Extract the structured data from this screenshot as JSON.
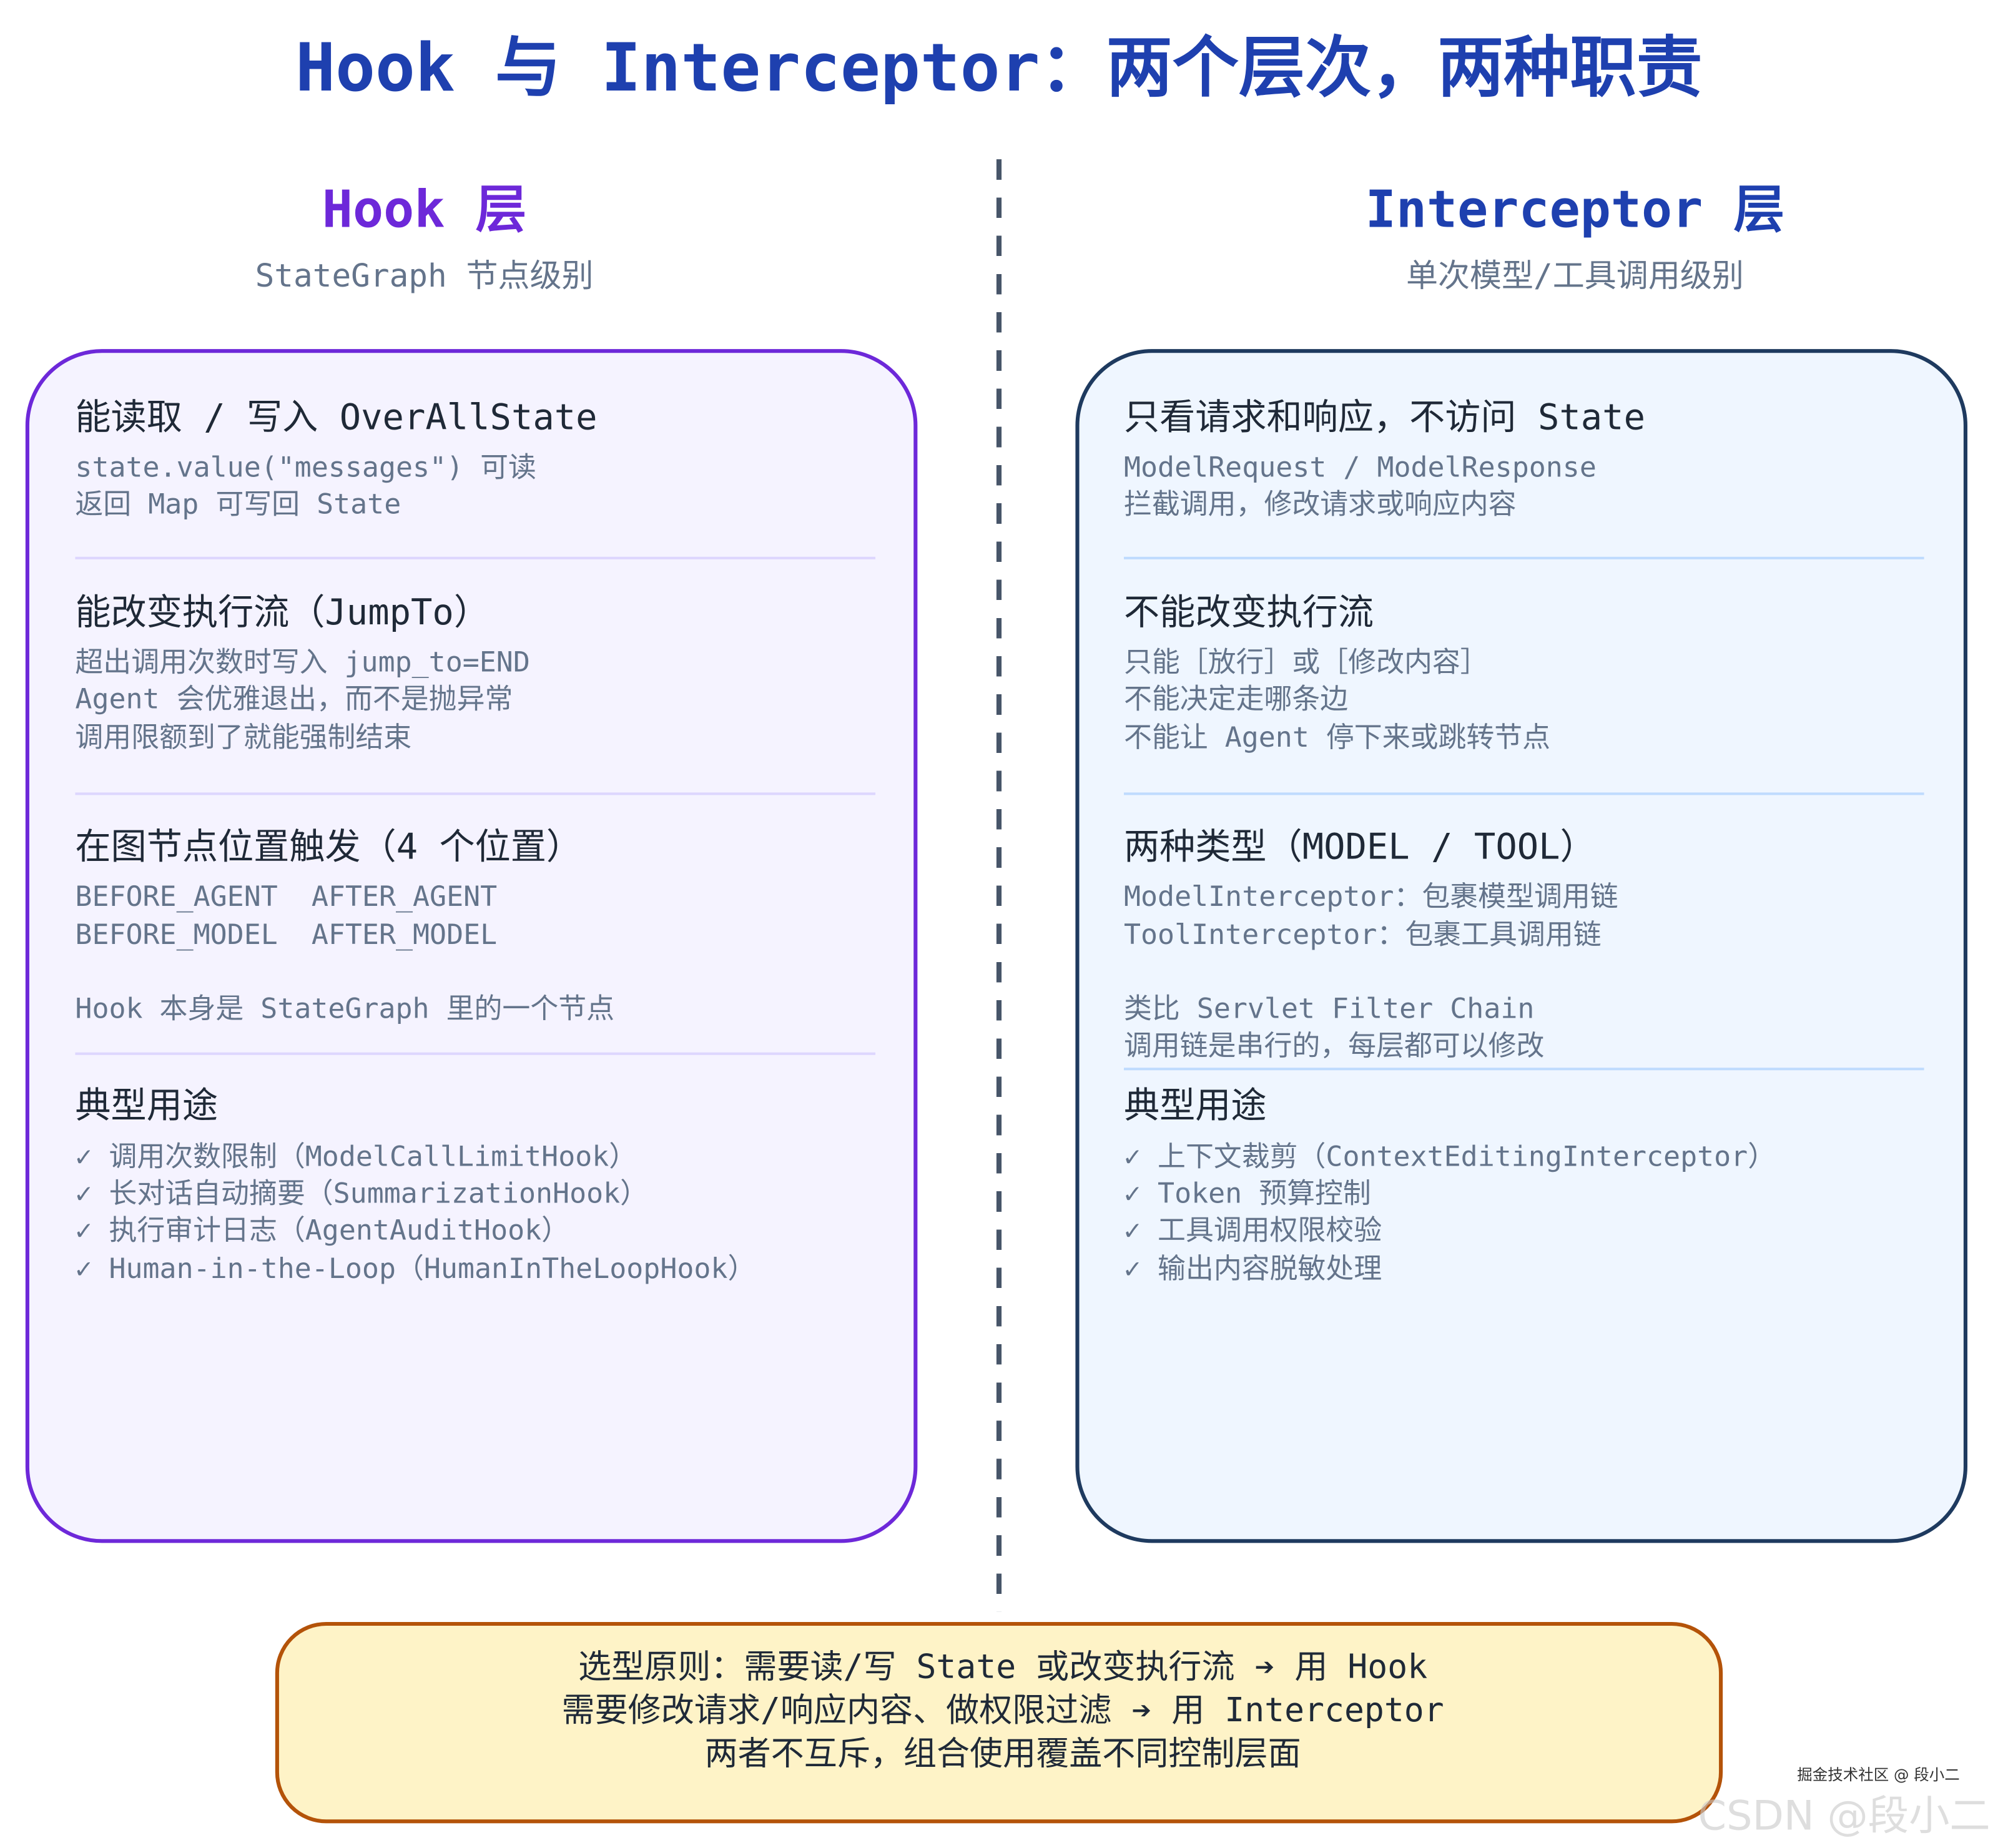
{
  "title": "Hook 与 Interceptor：两个层次，两种职责",
  "colors": {
    "title": "#1e40af",
    "hook_accent": "#6d28d9",
    "interceptor_accent": "#1e3a5f",
    "note_border": "#b45309",
    "note_bg": "#fef3c7"
  },
  "hook": {
    "heading": "Hook 层",
    "subtitle": "StateGraph 节点级别",
    "sections": [
      {
        "heading": "能读取 / 写入 OverAllState",
        "lines": [
          "state.value(\"messages\") 可读",
          "返回 Map 可写回 State"
        ]
      },
      {
        "heading": "能改变执行流（JumpTo）",
        "lines": [
          "超出调用次数时写入 jump_to=END",
          "Agent 会优雅退出，而不是抛异常",
          "调用限额到了就能强制结束"
        ]
      },
      {
        "heading": "在图节点位置触发（4 个位置）",
        "lines": [
          "BEFORE_AGENT  AFTER_AGENT",
          "BEFORE_MODEL  AFTER_MODEL",
          "Hook 本身是 StateGraph 里的一个节点"
        ]
      },
      {
        "heading": "典型用途",
        "lines": [
          "✓ 调用次数限制（ModelCallLimitHook）",
          "✓ 长对话自动摘要（SummarizationHook）",
          "✓ 执行审计日志（AgentAuditHook）",
          "✓ Human-in-the-Loop（HumanInTheLoopHook）"
        ]
      }
    ]
  },
  "interceptor": {
    "heading": "Interceptor 层",
    "subtitle": "单次模型/工具调用级别",
    "sections": [
      {
        "heading": "只看请求和响应，不访问 State",
        "lines": [
          "ModelRequest / ModelResponse",
          "拦截调用，修改请求或响应内容"
        ]
      },
      {
        "heading": "不能改变执行流",
        "lines": [
          "只能［放行］或［修改内容］",
          "不能决定走哪条边",
          "不能让 Agent 停下来或跳转节点"
        ]
      },
      {
        "heading": "两种类型（MODEL / TOOL）",
        "lines": [
          "ModelInterceptor：包裹模型调用链",
          "ToolInterceptor：包裹工具调用链",
          "类比 Servlet Filter Chain",
          "调用链是串行的，每层都可以修改"
        ]
      },
      {
        "heading": "典型用途",
        "lines": [
          "✓ 上下文裁剪（ContextEditingInterceptor）",
          "✓ Token 预算控制",
          "✓ 工具调用权限校验",
          "✓ 输出内容脱敏处理"
        ]
      }
    ]
  },
  "note": {
    "lines": [
      "选型原则：需要读/写 State 或改变执行流 ➔ 用 Hook",
      "需要修改请求/响应内容、做权限过滤 ➔ 用 Interceptor",
      "两者不互斥，组合使用覆盖不同控制层面"
    ]
  },
  "watermark": {
    "juejin": "掘金技术社区 @ 段小二",
    "csdn": "CSDN @段小二"
  }
}
